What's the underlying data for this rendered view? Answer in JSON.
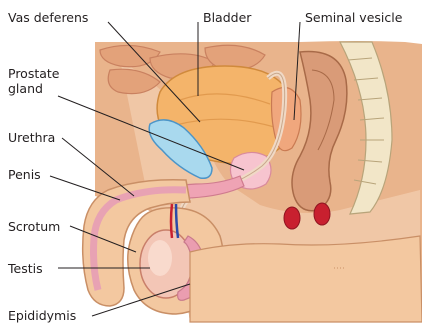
{
  "labels": {
    "vas_deferens": "Vas deferens",
    "bladder": "Bladder",
    "seminal_vesicle": "Seminal vesicle",
    "prostate_gland": "Prostate gland",
    "urethra": "Urethra",
    "penis": "Penis",
    "scrotum": "Scrotum",
    "testis": "Testis",
    "epididymis": "Epididymis"
  },
  "colors": {
    "skin": "#f3c8a0",
    "skin_shadow": "#e4ab7d",
    "abdomen": "#e9b48c",
    "bladder": "#f4b46a",
    "prostate": "#f7c4cf",
    "prostate_gland_blue": "#a9d9ee",
    "bone": "#f2e6c8",
    "rectum": "#d99b78",
    "testis": "#f3c6b6",
    "vessel_red": "#c8202f",
    "vessel_blue": "#2b4aa8",
    "leader_line": "#231f20",
    "label_text": "#231f20"
  }
}
